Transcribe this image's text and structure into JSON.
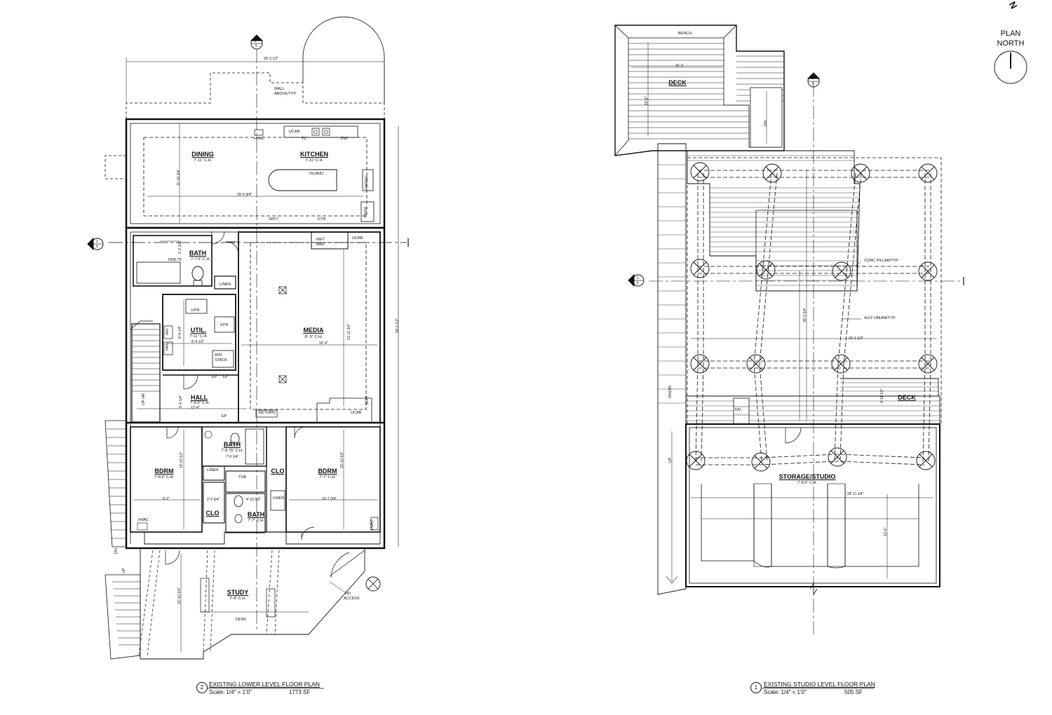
{
  "north": {
    "line1": "PLAN",
    "line2": "NORTH",
    "corner_letter": "N"
  },
  "lower_plan": {
    "title_number": "2",
    "title": "EXISTING LOWER LEVEL FLOOR PLAN",
    "scale": "Scale:  1/4\" = 1'0\"",
    "area": "1773 SF",
    "rooms": {
      "dining": {
        "name": "DINING",
        "ch": "7'-11\" C.H."
      },
      "kitchen": {
        "name": "KITCHEN",
        "ch": "7'-11\" C.H."
      },
      "bath_upper": {
        "name": "BATH",
        "ch": "7'-7.5\" C.H."
      },
      "util": {
        "name": "UTIL.",
        "ch": "7'-11\" C.H."
      },
      "media": {
        "name": "MEDIA",
        "ch": "8'-.5\" C.H."
      },
      "hall": {
        "name": "HALL",
        "ch": "7'-8.5\" C.H."
      },
      "bath_mid": {
        "name": "BATH",
        "ch": "7'-8.75\" C.H."
      },
      "bdrm_left": {
        "name": "BDRM",
        "ch": "7'-8.5\" C.H."
      },
      "bdrm_right": {
        "name": "BDRM",
        "ch": "7'-7\" C.H."
      },
      "bath_low": {
        "name": "BATH",
        "ch": "7'-7\" C.H."
      },
      "clo_a": {
        "name": "CLO"
      },
      "clo_b": {
        "name": "CLO"
      },
      "study": {
        "name": "STUDY",
        "ch": "7'-8\" C.H."
      }
    },
    "notes": {
      "wall_above": "WALL",
      "wall_above2": "ABOVE/TYP",
      "ucab_top": "UCAB",
      "tc": "TC",
      "dw": "DW",
      "hvac_top": "HVAC",
      "island": "ISLAND",
      "range": "RANGE",
      "refr": "REFR",
      "sfft_top": "SFFT",
      "ctr": "CTR",
      "wet": "WET",
      "bar": "BAR",
      "ucab_mid": "UCAB",
      "dn": "DN6.75",
      "linen_a": "LINEN",
      "htr_a": "HTR",
      "htr_b": "HTR",
      "wd": "W/D",
      "stack": "STACK",
      "ep_a": "EP",
      "ep_b": "EP",
      "ep_c": "EP",
      "return": "RETURN",
      "ucab_low": "UCAB",
      "sfft_low": "SFFT",
      "linen_b": "LINEN",
      "tub": "TUB",
      "linen_c": "LINEN",
      "hvac_left": "HVAC",
      "hvac_right": "HVAC",
      "desk": "DESK",
      "no_access": "NO",
      "no_access2": "ACCESS",
      "up_hr": "UP HR",
      "dn_left": "DN",
      "up_left": "UP",
      "wh": "WH",
      "fan": "FAN"
    },
    "dims": {
      "overall_w": "30'-3 1/2\"",
      "dining_w": "29'-5 3/4\"",
      "dining_h": "11'-10 3/4\"",
      "overall_h": "59'-2 1/2\"",
      "media_w": "16'-4\"",
      "media_h": "21'-11 3/4\"",
      "util_w": "8'-4 1/2\"",
      "util_h": "8'-9 1/4\"",
      "hall_w": "12'-4\"",
      "hall_h": "5'-4 1/4\"",
      "bath_h": "6'-2 1/2\"",
      "bath_mid_w": "7'-0 1/4\"",
      "bdrm_l_w": "8'-2\"",
      "bdrm_l_h": "13'-10 1/2\"",
      "bdrm_r_w": "10'-7 3/4\"",
      "bdrm_r_h": "13'-10 1/2\"",
      "clo_w": "2'-0 3/4\"",
      "bath_low_w": "4'-10 1/2\"",
      "study_h": "12'-10 1/4\""
    },
    "section_marks": [
      {
        "num": "2",
        "sheet": "5"
      },
      {
        "num": "1",
        "sheet": "5"
      }
    ]
  },
  "studio_plan": {
    "title_number": "1",
    "title": "EXISTING STUDIO LEVEL FLOOR PLAN",
    "scale": "Scale:  1/4\" = 1'0\"",
    "area": "505 SF",
    "rooms": {
      "deck_top": {
        "name": "DECK"
      },
      "deck_right": {
        "name": "DECK"
      },
      "studio": {
        "name": "STORAGE/STUDIO",
        "ch": "7'-8.5\" C.H."
      }
    },
    "notes": {
      "bench": "BENCH",
      "conc_pillar": "CONC PILLAR/TYP",
      "ibeam": "4x12 I-BEAM/TYP",
      "dn_top": "DN",
      "dn_side": "DN",
      "dn18": "DN18R",
      "up": "UP",
      "dn_deck": "DN"
    },
    "dims": {
      "deck_w": "11'-1\"",
      "deck_h": "12'-2\"",
      "pillar_span_h": "30'-3 3/4\"",
      "pillar_span_w": "20'-1 1/2\"",
      "studio_w": "28'-11 1/4\"",
      "studio_h": "12'-6\"",
      "deck_r_h": "4'-11 1/2\""
    },
    "section_marks": [
      {
        "num": "2",
        "sheet": "5"
      },
      {
        "num": "1",
        "sheet": "5"
      }
    ]
  }
}
